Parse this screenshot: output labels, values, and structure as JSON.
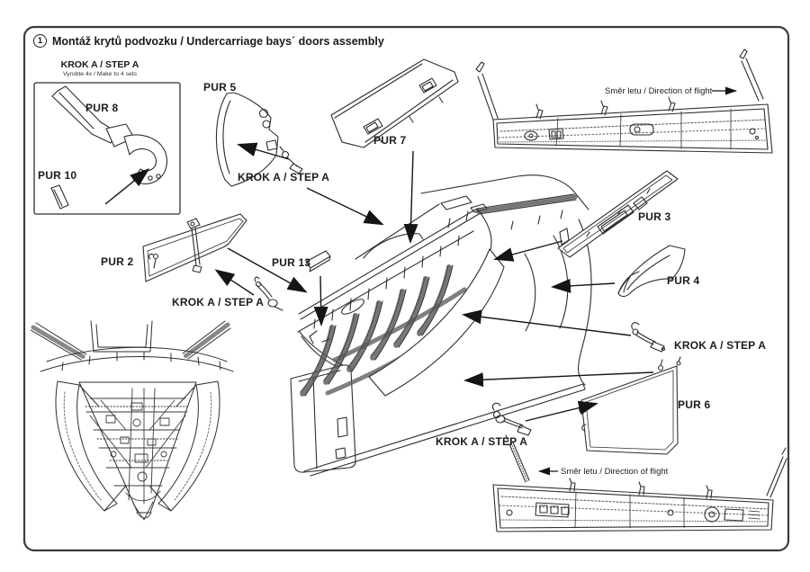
{
  "header": {
    "step_number": "1",
    "title": "Montáž krytů podvozku / Undercarriage bays´ doors assembly"
  },
  "inset": {
    "heading": "KROK A / STEP A",
    "subheading": "Vyrobte 4x / Make to 4 sets"
  },
  "parts": {
    "pur2": "PUR 2",
    "pur3": "PUR 3",
    "pur4": "PUR 4",
    "pur5": "PUR 5",
    "pur6": "PUR 6",
    "pur7": "PUR 7",
    "pur8": "PUR 8",
    "pur10": "PUR 10",
    "pur13": "PUR 13"
  },
  "annotations": {
    "step_label": "KROK A / STEP A",
    "direction_label": "Směr letu / Direction of flight"
  },
  "colors": {
    "line": "#2e2e2e",
    "arrow": "#151515",
    "background": "#ffffff"
  }
}
